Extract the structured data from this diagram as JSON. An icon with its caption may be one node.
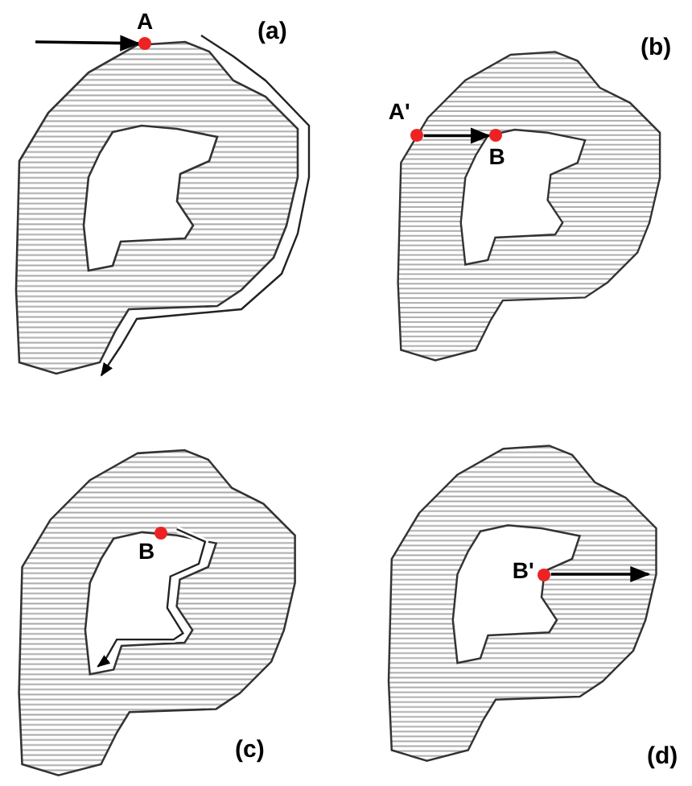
{
  "diagram": {
    "nodes": [
      {
        "text": [],
        "shape": "circle",
        "beside": [
          "A"
        ]
      },
      {
        "text": [],
        "shape": "circle",
        "beside": [
          "A'"
        ]
      },
      {
        "text": [],
        "shape": "circle",
        "beside": [
          "B"
        ]
      },
      {
        "text": [],
        "shape": "circle",
        "beside": [
          "B"
        ]
      },
      {
        "text": [],
        "shape": "circle",
        "beside": [
          "B'"
        ]
      }
    ],
    "edges": [
      {
        "from": null,
        "to": 0,
        "arrow": "to"
      },
      {
        "from": 1,
        "to": 2,
        "arrow": "to"
      },
      {
        "from": 4,
        "to": null,
        "arrow": "to"
      }
    ],
    "labels": [
      "(a)",
      "(b)",
      "(c)",
      "(d)"
    ]
  }
}
